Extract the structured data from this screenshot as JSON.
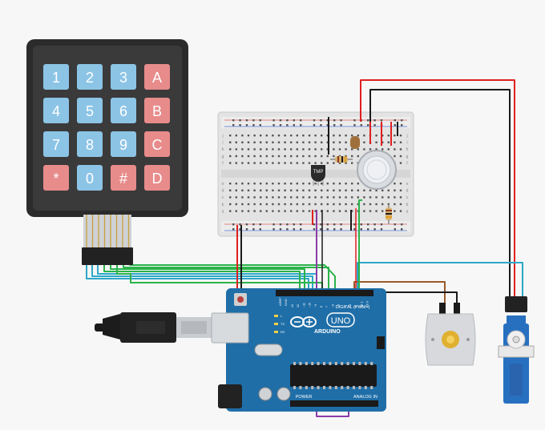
{
  "keypad": {
    "keys": [
      [
        "1",
        "2",
        "3",
        "A"
      ],
      [
        "4",
        "5",
        "6",
        "B"
      ],
      [
        "7",
        "8",
        "9",
        "C"
      ],
      [
        "*",
        "0",
        "#",
        "D"
      ]
    ],
    "num_color": "#8cc4e6",
    "letter_color": "#e88b8b",
    "body_color": "#2b2b2b"
  },
  "breadboard": {
    "row_letters_top": [
      "j",
      "i",
      "h",
      "g",
      "f"
    ],
    "row_letters_bottom": [
      "e",
      "d",
      "c",
      "b",
      "a"
    ]
  },
  "sensor": {
    "label": "TMP"
  },
  "arduino": {
    "brand": "ARDUINO",
    "model": "UNO",
    "digital_label": "DIGITAL (PWM~)",
    "analog_label": "ANALOG IN",
    "power_label": "POWER",
    "gnd_label": "GND",
    "aref_label": "AREF",
    "pin_labels": [
      "13",
      "12",
      "~11",
      "~10",
      "~9",
      "8",
      "7",
      "~6",
      "~5",
      "4",
      "~3",
      "2",
      "TX 1",
      "RX 0"
    ],
    "led_labels": [
      "L",
      "TX",
      "RX"
    ],
    "board_color": "#1f6ea8"
  },
  "wire_colors": {
    "red": "#e02020",
    "black": "#1a1a1a",
    "green": "#2bb34a",
    "teal": "#2ca8c8",
    "purple": "#8a3ca8",
    "brown": "#9a5a2a"
  }
}
